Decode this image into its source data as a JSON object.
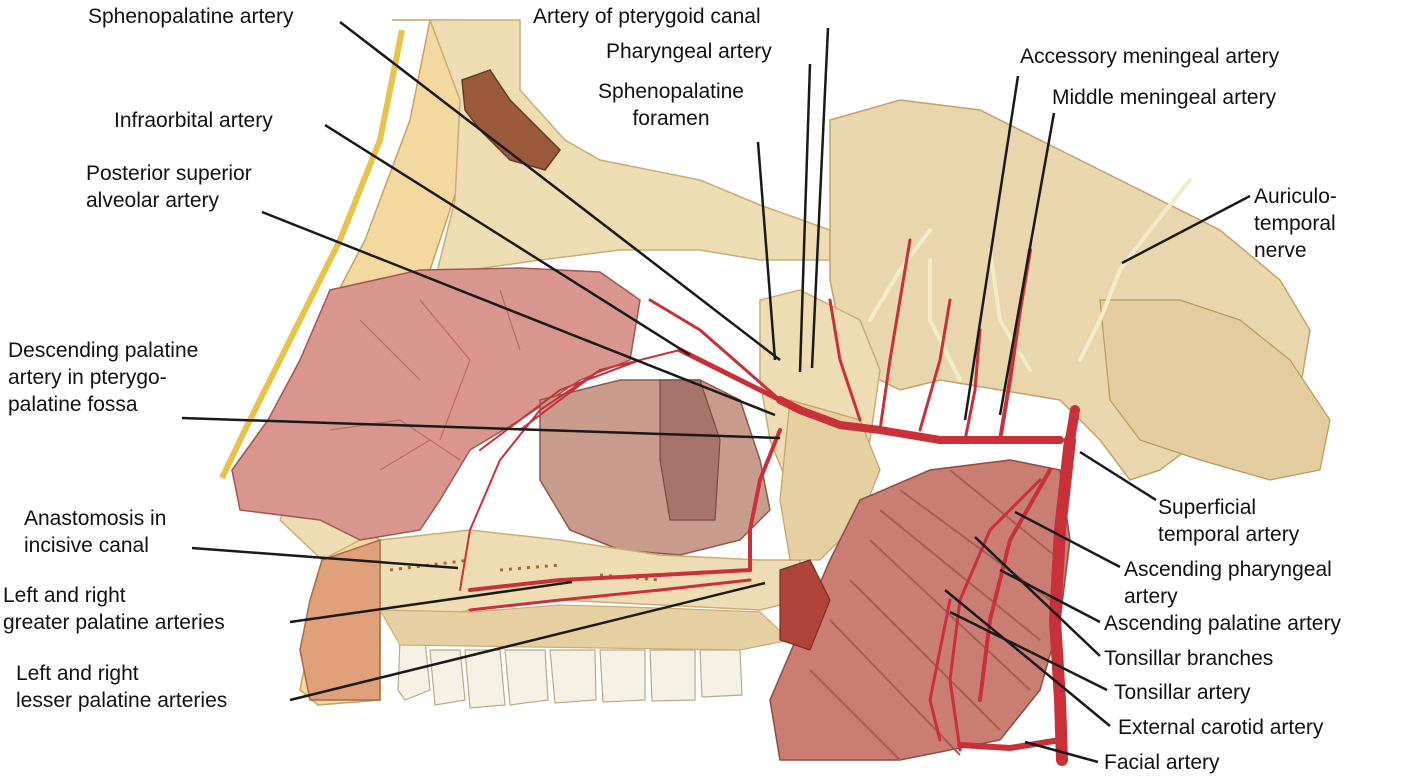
{
  "colors": {
    "artery": "#c8303a",
    "artery_dark": "#8e1f27",
    "bone": "#eedcb2",
    "bone_dark": "#c9ad78",
    "marrow": "#9c6a3c",
    "mucosa": "#d9968f",
    "muscle": "#c97d73",
    "nerve": "#f4ebc8",
    "tooth": "#f5f1e4",
    "leader": "#1a1a1a",
    "text": "#111111"
  },
  "labels": {
    "sphenopalatine_artery": "Sphenopalatine artery",
    "artery_pterygoid_canal": "Artery of pterygoid canal",
    "pharyngeal_artery": "Pharyngeal artery",
    "sphenopalatine_foramen_1": "Sphenopalatine",
    "sphenopalatine_foramen_2": "foramen",
    "infraorbital_artery": "Infraorbital artery",
    "posterior_superior_1": "Posterior superior",
    "posterior_superior_2": "alveolar artery",
    "accessory_meningeal": "Accessory meningeal artery",
    "middle_meningeal": "Middle meningeal artery",
    "auriculotemporal_1": "Auriculo-",
    "auriculotemporal_2": "temporal",
    "auriculotemporal_3": "nerve",
    "descending_palatine_1": "Descending palatine",
    "descending_palatine_2": "artery in pterygo-",
    "descending_palatine_3": "palatine fossa",
    "anastomosis_1": "Anastomosis in",
    "anastomosis_2": "incisive canal",
    "greater_palatine_1": "Left and right",
    "greater_palatine_2": "greater palatine arteries",
    "lesser_palatine_1": "Left and right",
    "lesser_palatine_2": "lesser palatine arteries",
    "superficial_temporal_1": "Superficial",
    "superficial_temporal_2": "temporal artery",
    "ascending_pharyngeal_1": "Ascending pharyngeal",
    "ascending_pharyngeal_2": "artery",
    "ascending_palatine": "Ascending palatine artery",
    "tonsillar_branches": "Tonsillar branches",
    "tonsillar_artery": "Tonsillar artery",
    "external_carotid": "External carotid artery",
    "facial_artery": "Facial artery"
  }
}
